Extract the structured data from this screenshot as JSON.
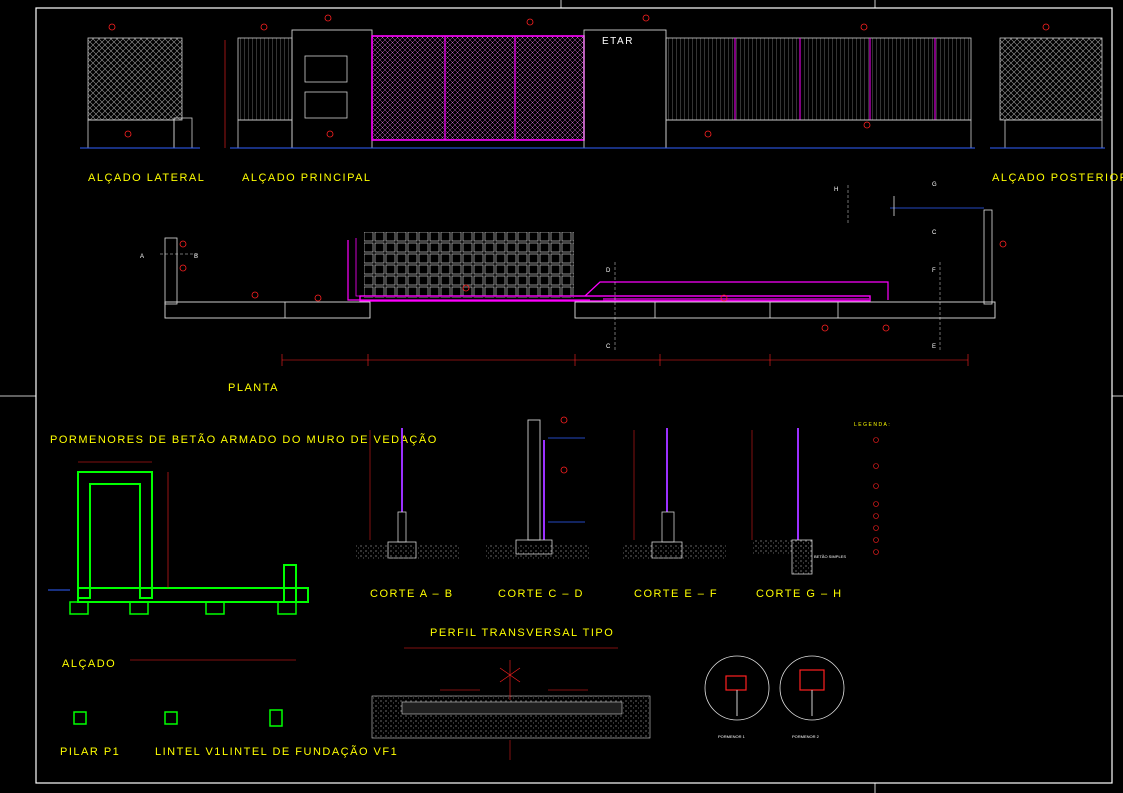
{
  "title_block": {
    "building_label": "ETAR"
  },
  "views": {
    "alcado_lateral": "ALÇADO LATERAL",
    "alcado_principal": "ALÇADO PRINCIPAL",
    "alcado_posterior": "ALÇADO POSTERIOR",
    "planta": "PLANTA"
  },
  "section_markers": {
    "a": "A",
    "b": "B",
    "c": "C",
    "d": "D",
    "e": "E",
    "f": "F",
    "g": "G",
    "h": "H"
  },
  "details": {
    "heading": "PORMENORES DE BETÃO ARMADO DO MURO DE VEDAÇÃO",
    "alcado": "ALÇADO",
    "pilar": "PILAR P1",
    "lintel": "LINTEL V1",
    "lintel_fundacao": "LINTEL DE FUNDAÇÃO VF1"
  },
  "sections": {
    "corte_ab": "CORTE A – B",
    "corte_cd": "CORTE C – D",
    "corte_ef": "CORTE E – F",
    "corte_gh": "CORTE G – H",
    "perfil": "PERFIL TRANSVERSAL TIPO",
    "betao_simples": "BETÃO SIMPLES",
    "pormenor_1": "PORMENOR 1",
    "pormenor_2": "PORMENOR 2"
  },
  "legend": {
    "title": "LEGENDA:"
  },
  "colors": {
    "background": "#000000",
    "frame": "#ffffff",
    "fence_grid": "#b0b0b0",
    "gate": "#ff00ff",
    "annotations": "#ff2020",
    "rebar": "#00ff00",
    "labels": "#ffff00",
    "dimensions": "#ff0000",
    "blue_notes": "#3060ff"
  }
}
